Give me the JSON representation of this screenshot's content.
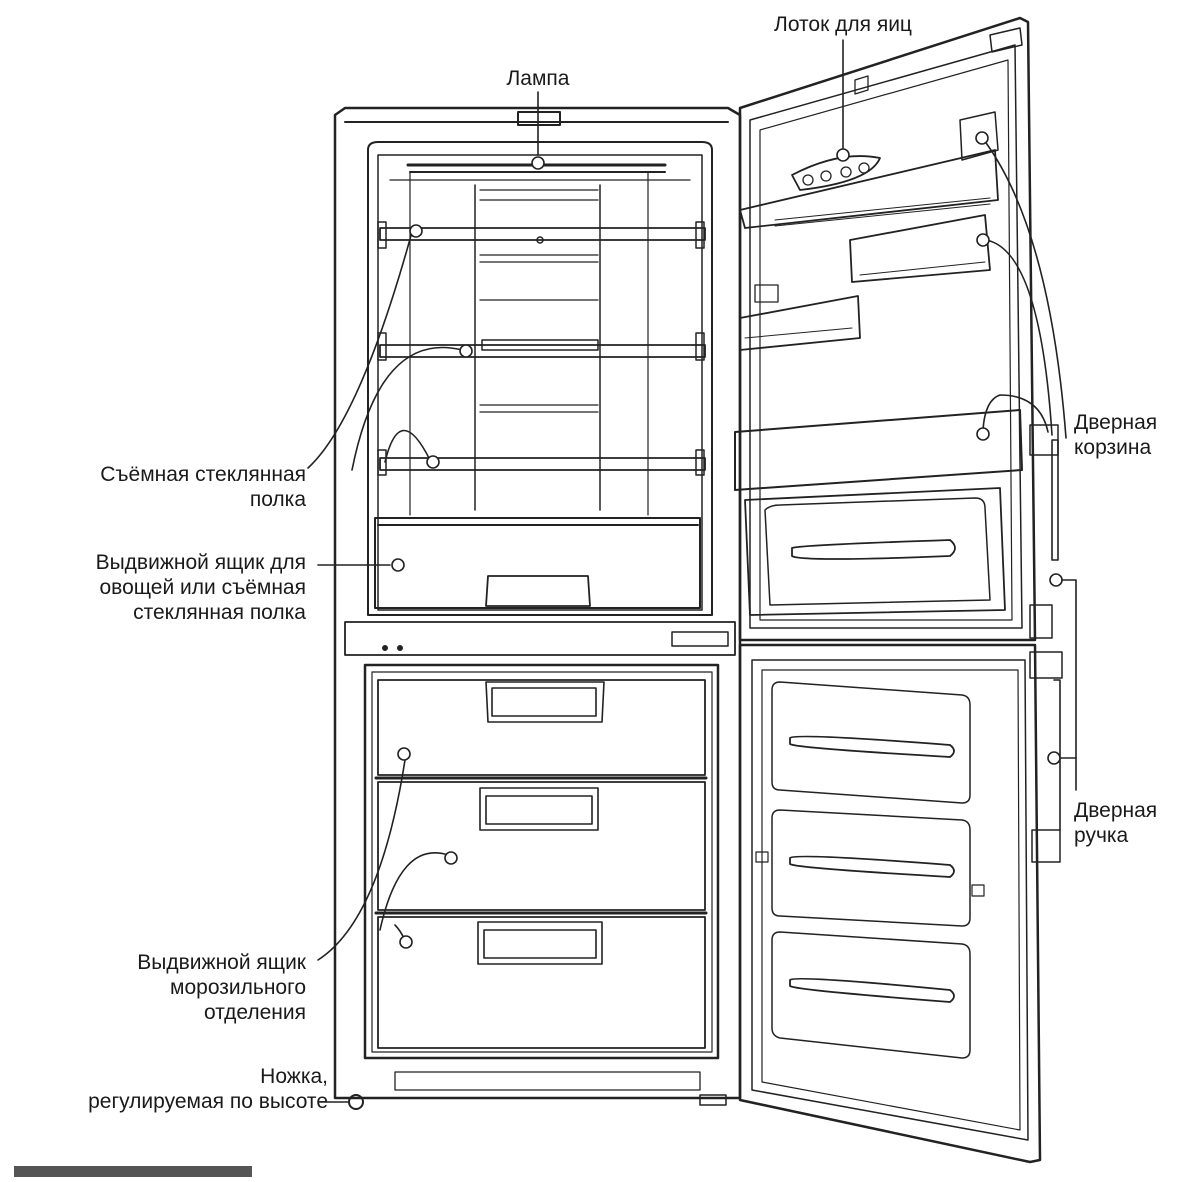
{
  "labels": {
    "lamp": "Лампа",
    "egg_tray": "Лоток для яиц",
    "door_basket": [
      "Дверная",
      "корзина"
    ],
    "glass_shelf": [
      "Съёмная стеклянная",
      "полка"
    ],
    "veg_drawer": [
      "Выдвижной ящик для",
      "овощей или съёмная",
      "стеклянная полка"
    ],
    "door_handle": [
      "Дверная",
      "ручка"
    ],
    "freezer_drawer": [
      "Выдвижной ящик",
      "морозильного",
      "отделения"
    ],
    "adjustable_foot": [
      "Ножка,",
      "регулируемая по высоте"
    ]
  },
  "colors": {
    "ink": "#1a1a1a",
    "line": "#222222",
    "bar": "#555555"
  }
}
